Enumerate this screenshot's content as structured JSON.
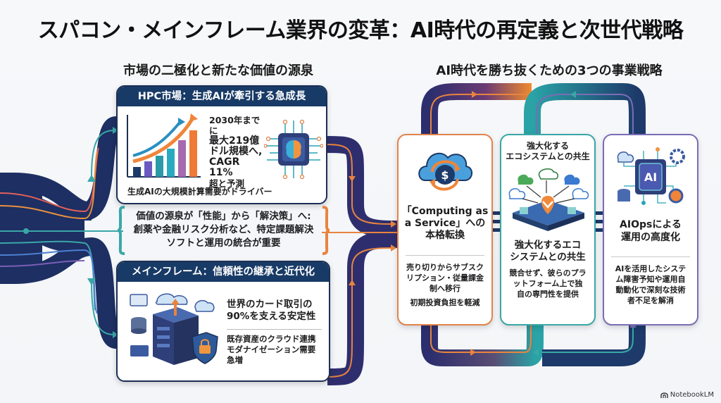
{
  "title": "スパコン・メインフレーム業界の変革：AI時代の再定義と次世代戦略",
  "left_section": {
    "title": "市場の二極化と新たな価値の源泉",
    "hpc_card": {
      "header": "HPC市場：生成AIが牽引する急成長",
      "stat_lines": [
        "2030年までに",
        "最大219億",
        "ドル規模へ,",
        "CAGR 11%",
        "超と予測"
      ],
      "footer": "生成AIの大規模計算需要がドライバー",
      "icons": [
        "bar-chart-growth-icon",
        "ai-brain-chip-icon"
      ]
    },
    "value_source": {
      "lines": [
        "価値の源泉が「性能」から「解決策」へ:",
        "創薬や金融リスク分析など、特定課題解決",
        "ソフトと運用の統合が重要"
      ]
    },
    "mainframe_card": {
      "header": "メインフレーム：信頼性の継承と近代化",
      "stat_lines": [
        "世界のカード取引の",
        "90%を支える安定性"
      ],
      "sub_lines": [
        "既存資産のクラウド連携",
        "モダナイゼーション需要",
        "急増"
      ],
      "icons": [
        "server-cloud-security-icon"
      ]
    }
  },
  "right_section": {
    "title": "AI時代を勝ち抜くための3つの事業戦略",
    "strategies": [
      {
        "top_label": "",
        "title_lines": [
          "「Computing as",
          "a Service」への",
          "本格転換"
        ],
        "desc_lines": [
          "売り切りからサブスク",
          "リプション・従量課金",
          "制へ移行"
        ],
        "extra": "初期投資負担を軽減",
        "icon": "cloud-dollar-cycle-icon",
        "accent": "#e0844a"
      },
      {
        "top_label_lines": [
          "強大化する",
          "エコシステムとの共生"
        ],
        "title_lines": [
          "強大化するエコ",
          "システムとの共生"
        ],
        "desc_lines": [
          "競合せず、彼らのプラ",
          "ットフォーム上で独",
          "自の専門性を提供"
        ],
        "icon": "ecosystem-platform-icon",
        "accent": "#3aa7a7"
      },
      {
        "title_lines": [
          "AIOpsによる",
          "運用の高度化"
        ],
        "desc_lines": [
          "AIを活用したシステ",
          "ム障害予知や運用自",
          "動動化で深刻な技術",
          "者不足を解消"
        ],
        "icon": "ai-chip-ops-icon",
        "chip_label": "AI",
        "accent": "#7a6db4"
      }
    ]
  },
  "watermark": "NotebookLM",
  "colors": {
    "navy": "#1c2f63",
    "teal": "#3aa7a7",
    "orange": "#e8843e",
    "purple": "#7a6db4",
    "header": "#183a66"
  }
}
